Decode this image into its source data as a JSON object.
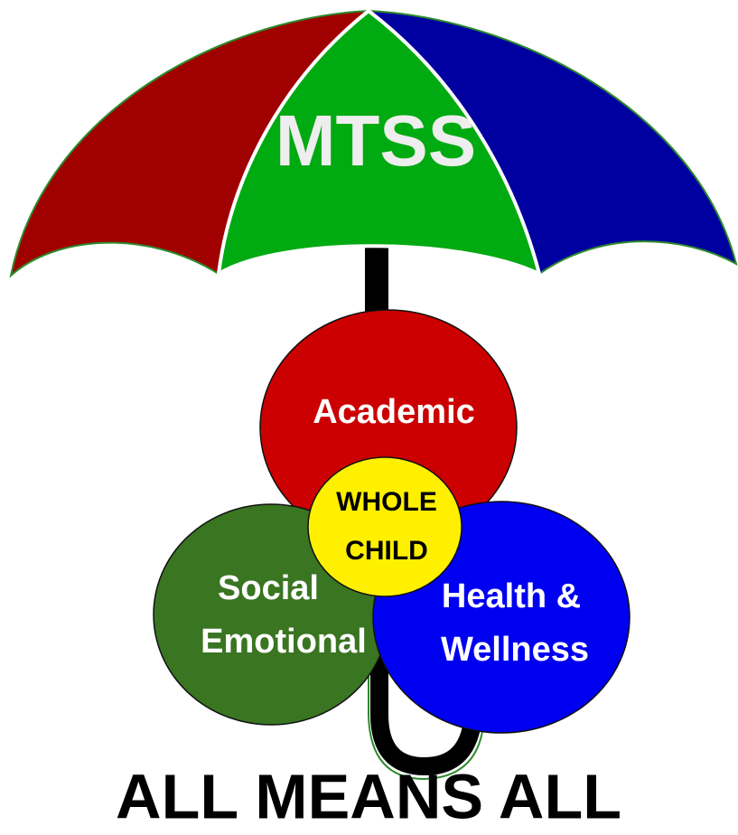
{
  "diagram": {
    "umbrella": {
      "title": "MTSS",
      "panels": [
        {
          "name": "left-panel",
          "color": "#A00000"
        },
        {
          "name": "center-panel",
          "color": "#00AA11"
        },
        {
          "name": "right-panel",
          "color": "#0000A0"
        }
      ],
      "title_color": "#EEEEEE",
      "handle_color": "#000000"
    },
    "circles": {
      "academic": {
        "label": "Academic",
        "color": "#CC0000"
      },
      "social": {
        "label_line1": "Social",
        "label_line2": "Emotional",
        "color": "#3A7522"
      },
      "health": {
        "label_line1": "Health &",
        "label_line2": "Wellness",
        "color": "#0000F0"
      },
      "whole_child": {
        "label_line1": "WHOLE",
        "label_line2": "CHILD",
        "color": "#FFF000"
      }
    },
    "tagline": "ALL MEANS ALL"
  }
}
